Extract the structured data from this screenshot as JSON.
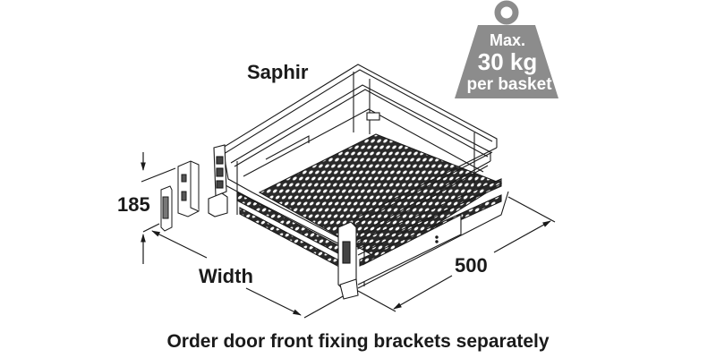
{
  "product": {
    "name": "Saphir"
  },
  "dimensions": {
    "height": "185",
    "width": "Width",
    "depth": "500"
  },
  "weight_badge": {
    "line1": "Max.",
    "line2": "30 kg",
    "line3": "per basket",
    "color": "#8c8c8c"
  },
  "footer": {
    "note": "Order door front fixing brackets separately"
  },
  "icons": {
    "weight": "weight-icon",
    "basket": "pull-out-basket-drawing",
    "bracket": "door-front-fixing-bracket-drawing"
  }
}
